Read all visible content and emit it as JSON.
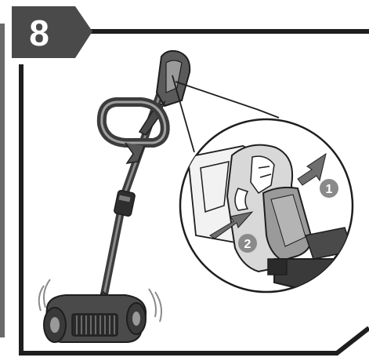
{
  "step": {
    "number": "8"
  },
  "callouts": [
    {
      "label": "1"
    },
    {
      "label": "2"
    }
  ],
  "colors": {
    "badge": "#4a4a4a",
    "frame": "#1e1e1e",
    "tool_dark": "#3c3c3c",
    "tool_mid": "#7a7a7a",
    "tool_light": "#b8b8b8",
    "arrow": "#6e6e6e",
    "callout_bg": "#8a8a8a"
  }
}
